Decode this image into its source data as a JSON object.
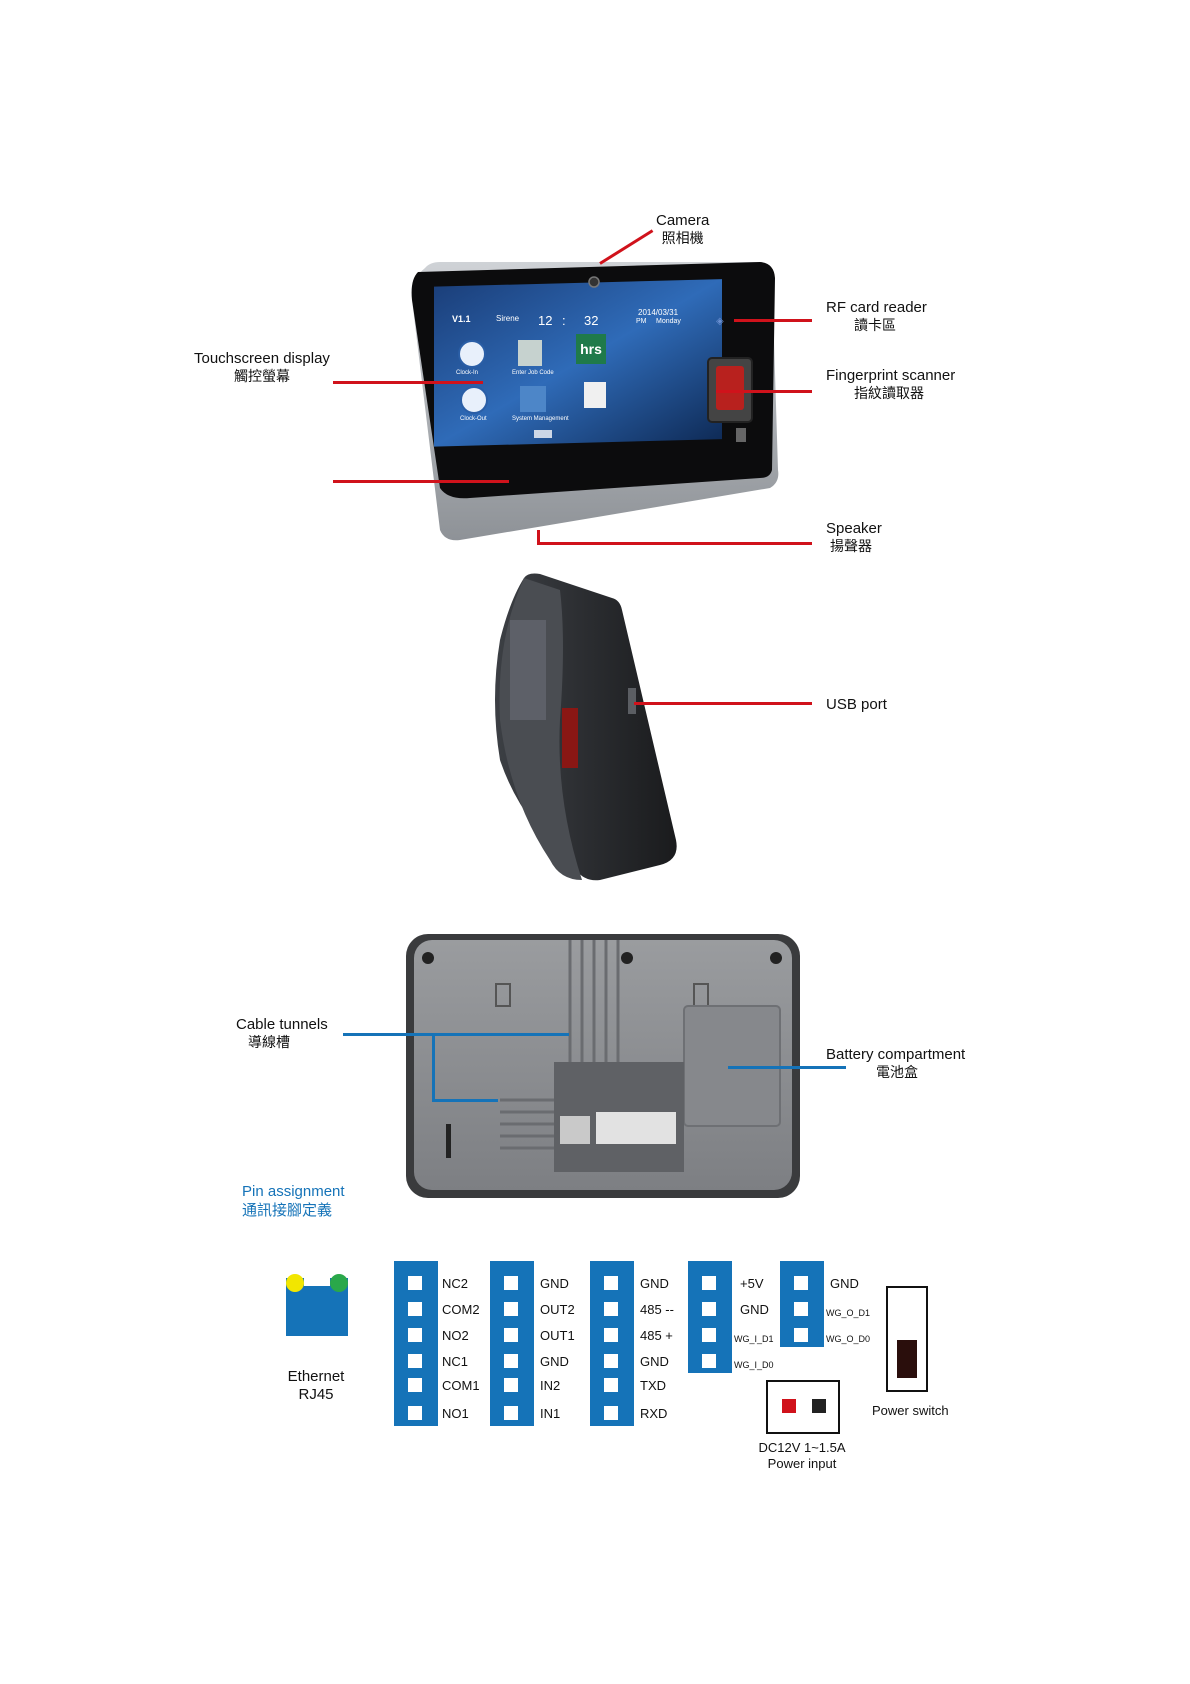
{
  "device_front": {
    "screen": {
      "version": "V1.1",
      "brand": "Sirene",
      "time_hour": "12",
      "time_min": "32",
      "date": "2014/03/31",
      "ampm": "PM",
      "weekday": "Monday",
      "logo": "hrs",
      "tiles": [
        "Clock-In",
        "Enter Job Code",
        "Clock-Out",
        "System Management"
      ]
    }
  },
  "callouts": {
    "camera": {
      "en": "Camera",
      "zh": "照相機"
    },
    "rf_reader": {
      "en": "RF card reader",
      "zh": "讀卡區"
    },
    "touchscreen": {
      "en": "Touchscreen display",
      "zh": "觸控螢幕"
    },
    "fingerprint": {
      "en": "Fingerprint scanner",
      "zh": "指紋讀取器"
    },
    "speaker": {
      "en": "Speaker",
      "zh": "揚聲器"
    },
    "usb": {
      "en": "USB port"
    },
    "cable": {
      "en": "Cable tunnels",
      "zh": "導線槽"
    },
    "battery": {
      "en": "Battery compartment",
      "zh": "電池盒"
    }
  },
  "pin_assignment": {
    "title_en": "Pin assignment",
    "title_zh": "通訊接腳定義",
    "ethernet": {
      "label1": "Ethernet",
      "label2": "RJ45"
    },
    "blocks": [
      {
        "pins": [
          "NC2",
          "COM2",
          "NO2",
          "NC1",
          "COM1",
          "NO1"
        ]
      },
      {
        "pins": [
          "GND",
          "OUT2",
          "OUT1",
          "GND",
          "IN2",
          "IN1"
        ]
      },
      {
        "pins": [
          "GND",
          "485 --",
          "485 +",
          "GND",
          "TXD",
          "RXD"
        ]
      },
      {
        "pins": [
          "+5V",
          "GND",
          "WG_I_D1",
          "WG_I_D0"
        ]
      },
      {
        "pins": [
          "GND",
          "WG_O_D1",
          "WG_O_D0"
        ]
      }
    ],
    "power_input": {
      "label1": "DC12V 1~1.5A",
      "label2": "Power input"
    },
    "power_switch": {
      "label": "Power switch"
    },
    "colors": {
      "pin_blue": "#1573b8",
      "callout_red": "#d0121b",
      "led_yellow": "#f2e600",
      "led_green": "#2aa84a"
    }
  }
}
